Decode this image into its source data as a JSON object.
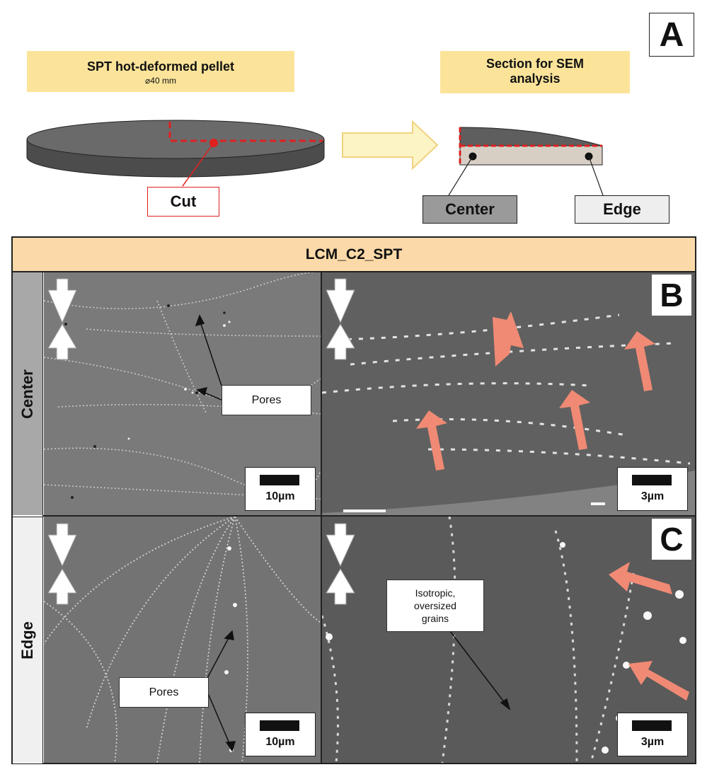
{
  "panel_a": {
    "letter": "A",
    "pellet_title": "SPT hot-deformed pellet",
    "pellet_diameter": "⌀40 mm",
    "section_title_line1": "Section for SEM",
    "section_title_line2": "analysis",
    "cut_label": "Cut",
    "center_label": "Center",
    "edge_label": "Edge"
  },
  "grid": {
    "header": "LCM_C2_SPT",
    "row_center_label": "Center",
    "row_edge_label": "Edge",
    "letter_b": "B",
    "letter_c": "C",
    "scale_10": "10µm",
    "scale_3": "3µm",
    "pores_label_top": "Pores",
    "pores_label_bottom": "Pores",
    "isotropic_line1": "Isotropic,",
    "isotropic_line2": "oversized",
    "isotropic_line3": "grains"
  },
  "colors": {
    "label_fill": "#fbe49a",
    "header_fill": "#fcd9a8",
    "cut_red": "#e02020",
    "arrow_salmon": "#f08a74",
    "sem_gray": "#6e6e6e"
  }
}
